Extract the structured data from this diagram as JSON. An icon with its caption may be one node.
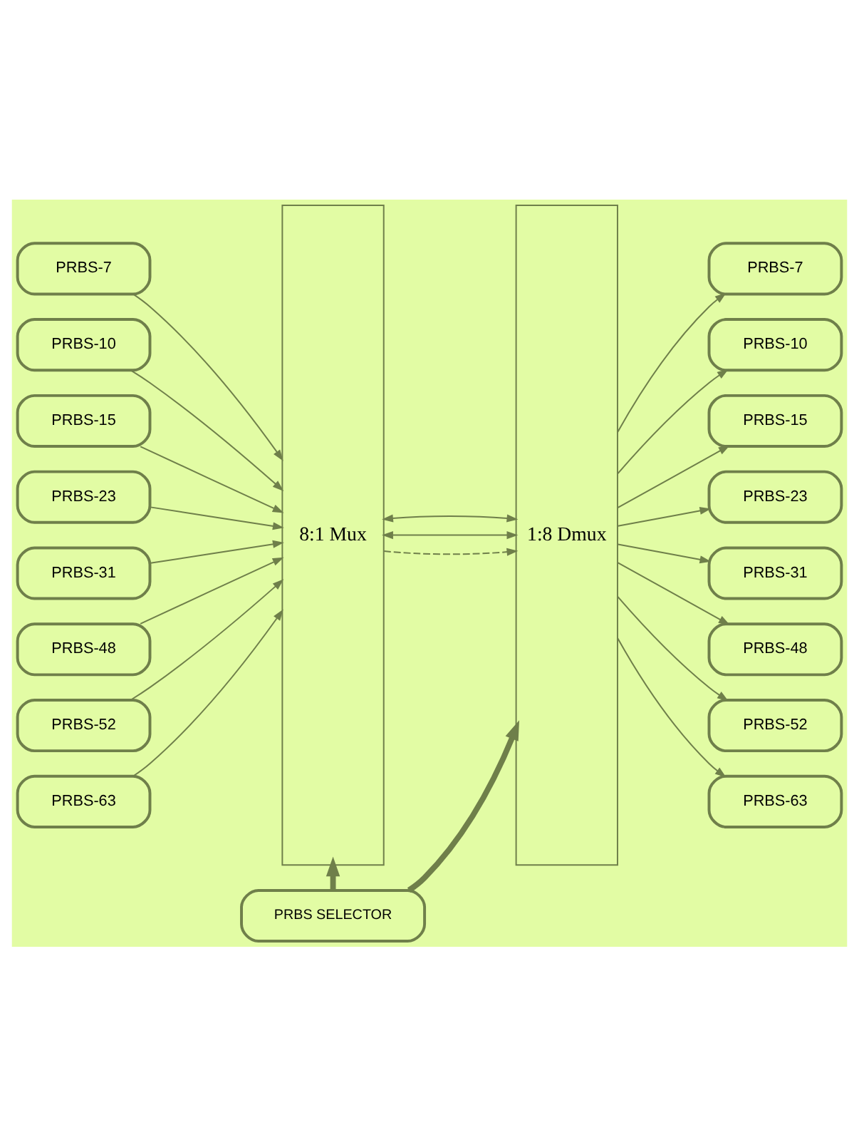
{
  "diagram": {
    "nodes": [
      {
        "text": [
          "PRBS-7"
        ]
      },
      {
        "text": [
          "PRBS-10"
        ]
      },
      {
        "text": [
          "PRBS-15"
        ]
      },
      {
        "text": [
          "PRBS-23"
        ]
      },
      {
        "text": [
          "PRBS-31"
        ]
      },
      {
        "text": [
          "PRBS-48"
        ]
      },
      {
        "text": [
          "PRBS-52"
        ]
      },
      {
        "text": [
          "PRBS-63"
        ]
      },
      {
        "text": [
          "8:1 Mux"
        ]
      },
      {
        "text": [
          "1:8 Dmux"
        ]
      },
      {
        "text": [
          "PRBS-7"
        ]
      },
      {
        "text": [
          "PRBS-10"
        ]
      },
      {
        "text": [
          "PRBS-15"
        ]
      },
      {
        "text": [
          "PRBS-23"
        ]
      },
      {
        "text": [
          "PRBS-31"
        ]
      },
      {
        "text": [
          "PRBS-48"
        ]
      },
      {
        "text": [
          "PRBS-52"
        ]
      },
      {
        "text": [
          "PRBS-63"
        ]
      },
      {
        "text": [
          "PRBS SELECTOR"
        ]
      }
    ],
    "edges": [
      {
        "from": 0,
        "to": 8,
        "arrow": "to"
      },
      {
        "from": 1,
        "to": 8,
        "arrow": "to"
      },
      {
        "from": 2,
        "to": 8,
        "arrow": "to"
      },
      {
        "from": 3,
        "to": 8,
        "arrow": "to"
      },
      {
        "from": 4,
        "to": 8,
        "arrow": "to"
      },
      {
        "from": 5,
        "to": 8,
        "arrow": "to"
      },
      {
        "from": 6,
        "to": 8,
        "arrow": "to"
      },
      {
        "from": 7,
        "to": 8,
        "arrow": "to"
      },
      {
        "from": 8,
        "to": 9,
        "arrow": "to",
        "style": "dashed"
      },
      {
        "from": 9,
        "to": 10,
        "arrow": "to"
      },
      {
        "from": 9,
        "to": 11,
        "arrow": "to"
      },
      {
        "from": 9,
        "to": 12,
        "arrow": "to"
      },
      {
        "from": 9,
        "to": 13,
        "arrow": "to"
      },
      {
        "from": 9,
        "to": 14,
        "arrow": "to"
      },
      {
        "from": 9,
        "to": 15,
        "arrow": "to"
      },
      {
        "from": 9,
        "to": 16,
        "arrow": "to"
      },
      {
        "from": 9,
        "to": 17,
        "arrow": "to"
      },
      {
        "from": 18,
        "to": 8,
        "arrow": "to",
        "style": "thick"
      },
      {
        "from": 18,
        "to": 9,
        "arrow": "to",
        "style": "thick"
      },
      {
        "from": 8,
        "to": 9,
        "arrow": "both"
      },
      {
        "from": 8,
        "to": 9,
        "arrow": "both"
      }
    ]
  }
}
